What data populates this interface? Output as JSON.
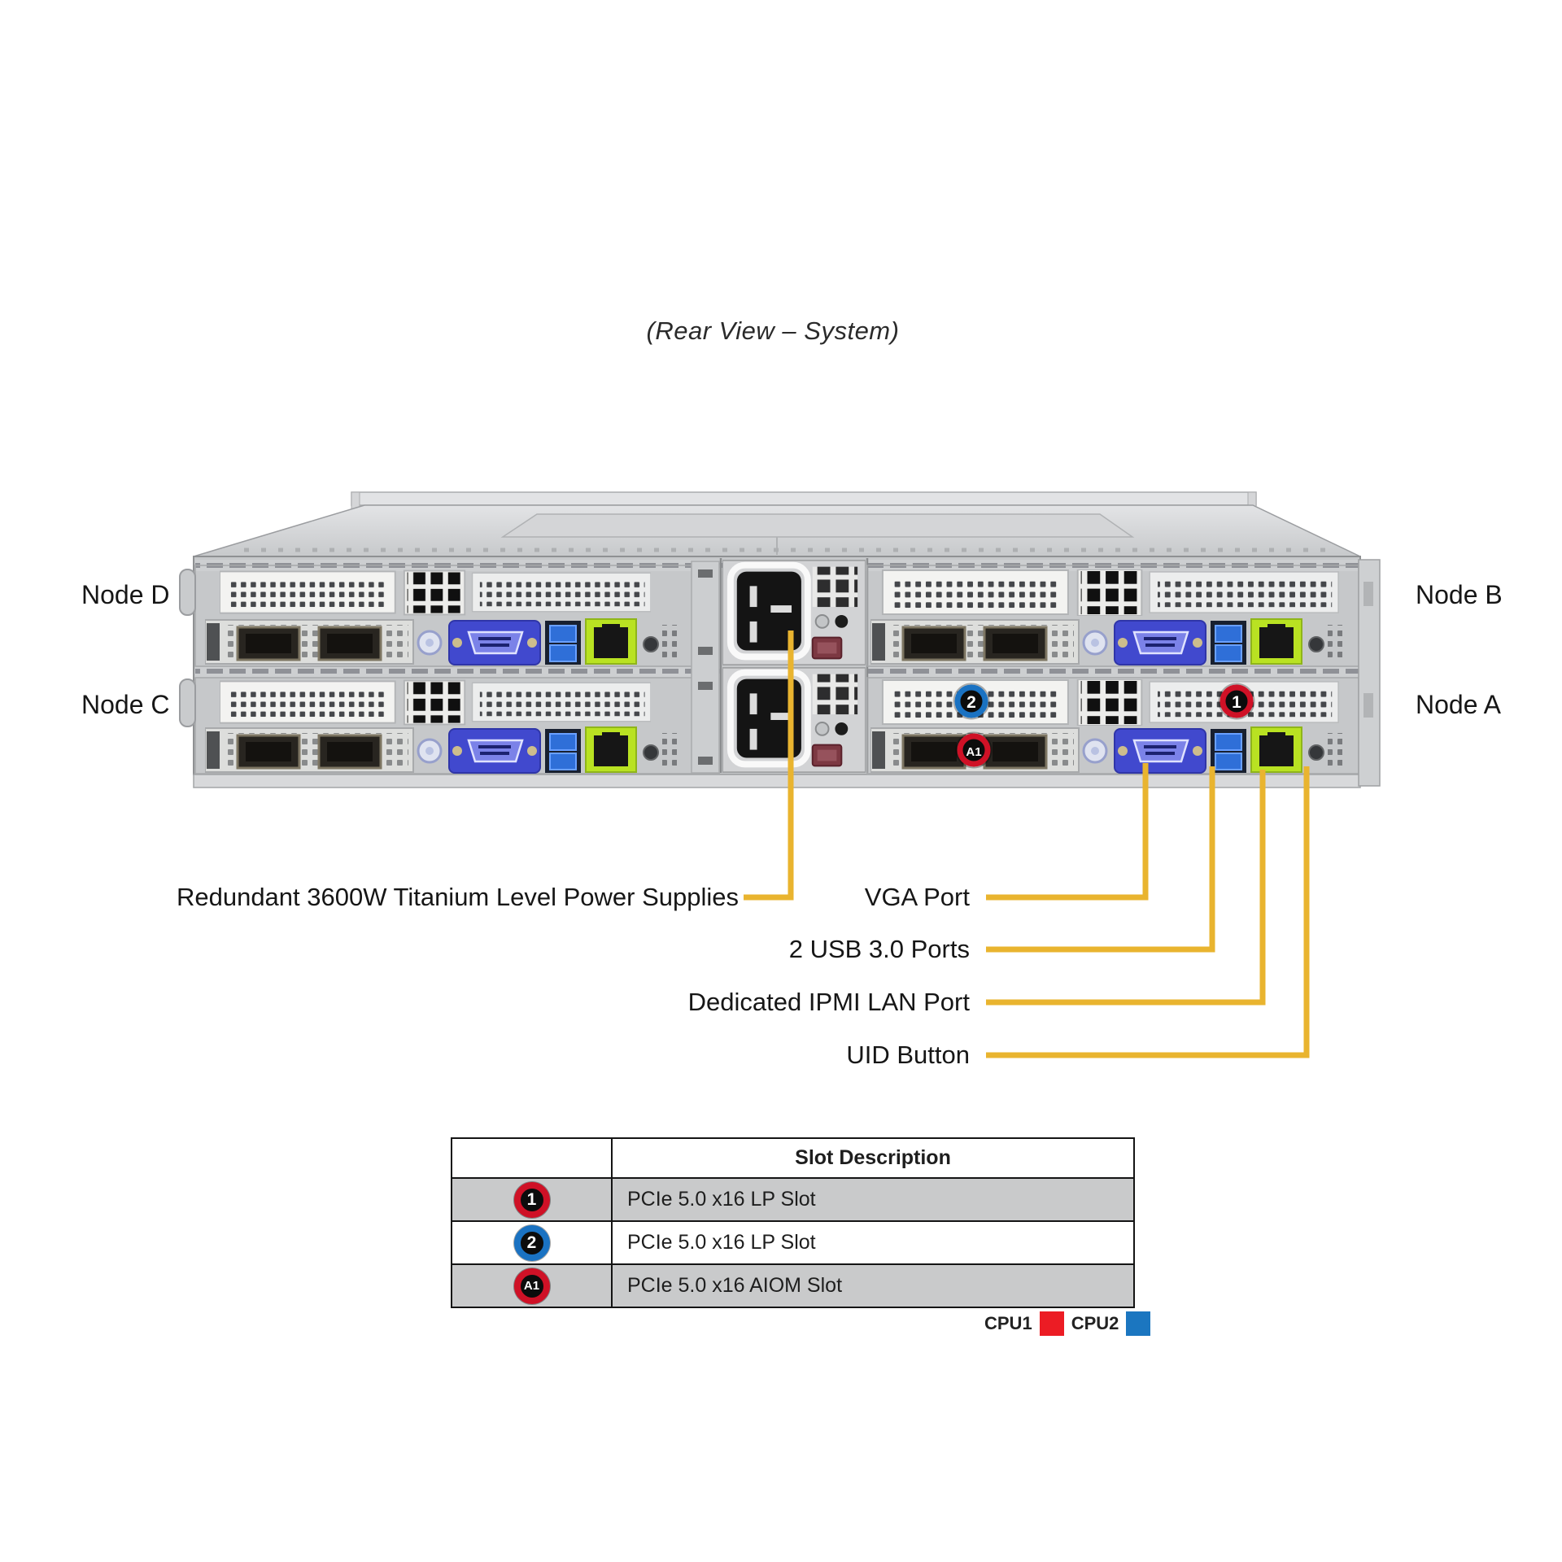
{
  "title": "(Rear View – System)",
  "node_labels": {
    "top_left": "Node D",
    "bottom_left": "Node C",
    "top_right": "Node B",
    "bottom_right": "Node A"
  },
  "callouts": {
    "psu": "Redundant 3600W Titanium Level Power Supplies",
    "vga": "VGA Port",
    "usb": "2 USB 3.0 Ports",
    "ipmi": "Dedicated IPMI LAN Port",
    "uid": "UID Button"
  },
  "chassis_badges": {
    "slot1": "1",
    "slot2": "2",
    "aiom": "A1"
  },
  "slot_table": {
    "header": "Slot Description",
    "rows": [
      {
        "badge": "1",
        "badge_color": "#cf1126",
        "description": "PCIe 5.0 x16 LP Slot"
      },
      {
        "badge": "2",
        "badge_color": "#1a72c2",
        "description": "PCIe 5.0 x16 LP Slot"
      },
      {
        "badge": "A1",
        "badge_color": "#cf1126",
        "description": "PCIe 5.0 x16 AIOM Slot"
      }
    ]
  },
  "legend": [
    {
      "label": "CPU1",
      "color": "#ec1c24"
    },
    {
      "label": "CPU2",
      "color": "#1b76c0"
    }
  ],
  "colors": {
    "callout_line": "#E9B42F",
    "badge_red": "#cf1126",
    "badge_blue": "#1a72c2",
    "vga_blue": "#4149ce",
    "usb_blue": "#2f6fd8",
    "lan_green": "#b9e222",
    "table_row_gray": "#c9cacb"
  }
}
